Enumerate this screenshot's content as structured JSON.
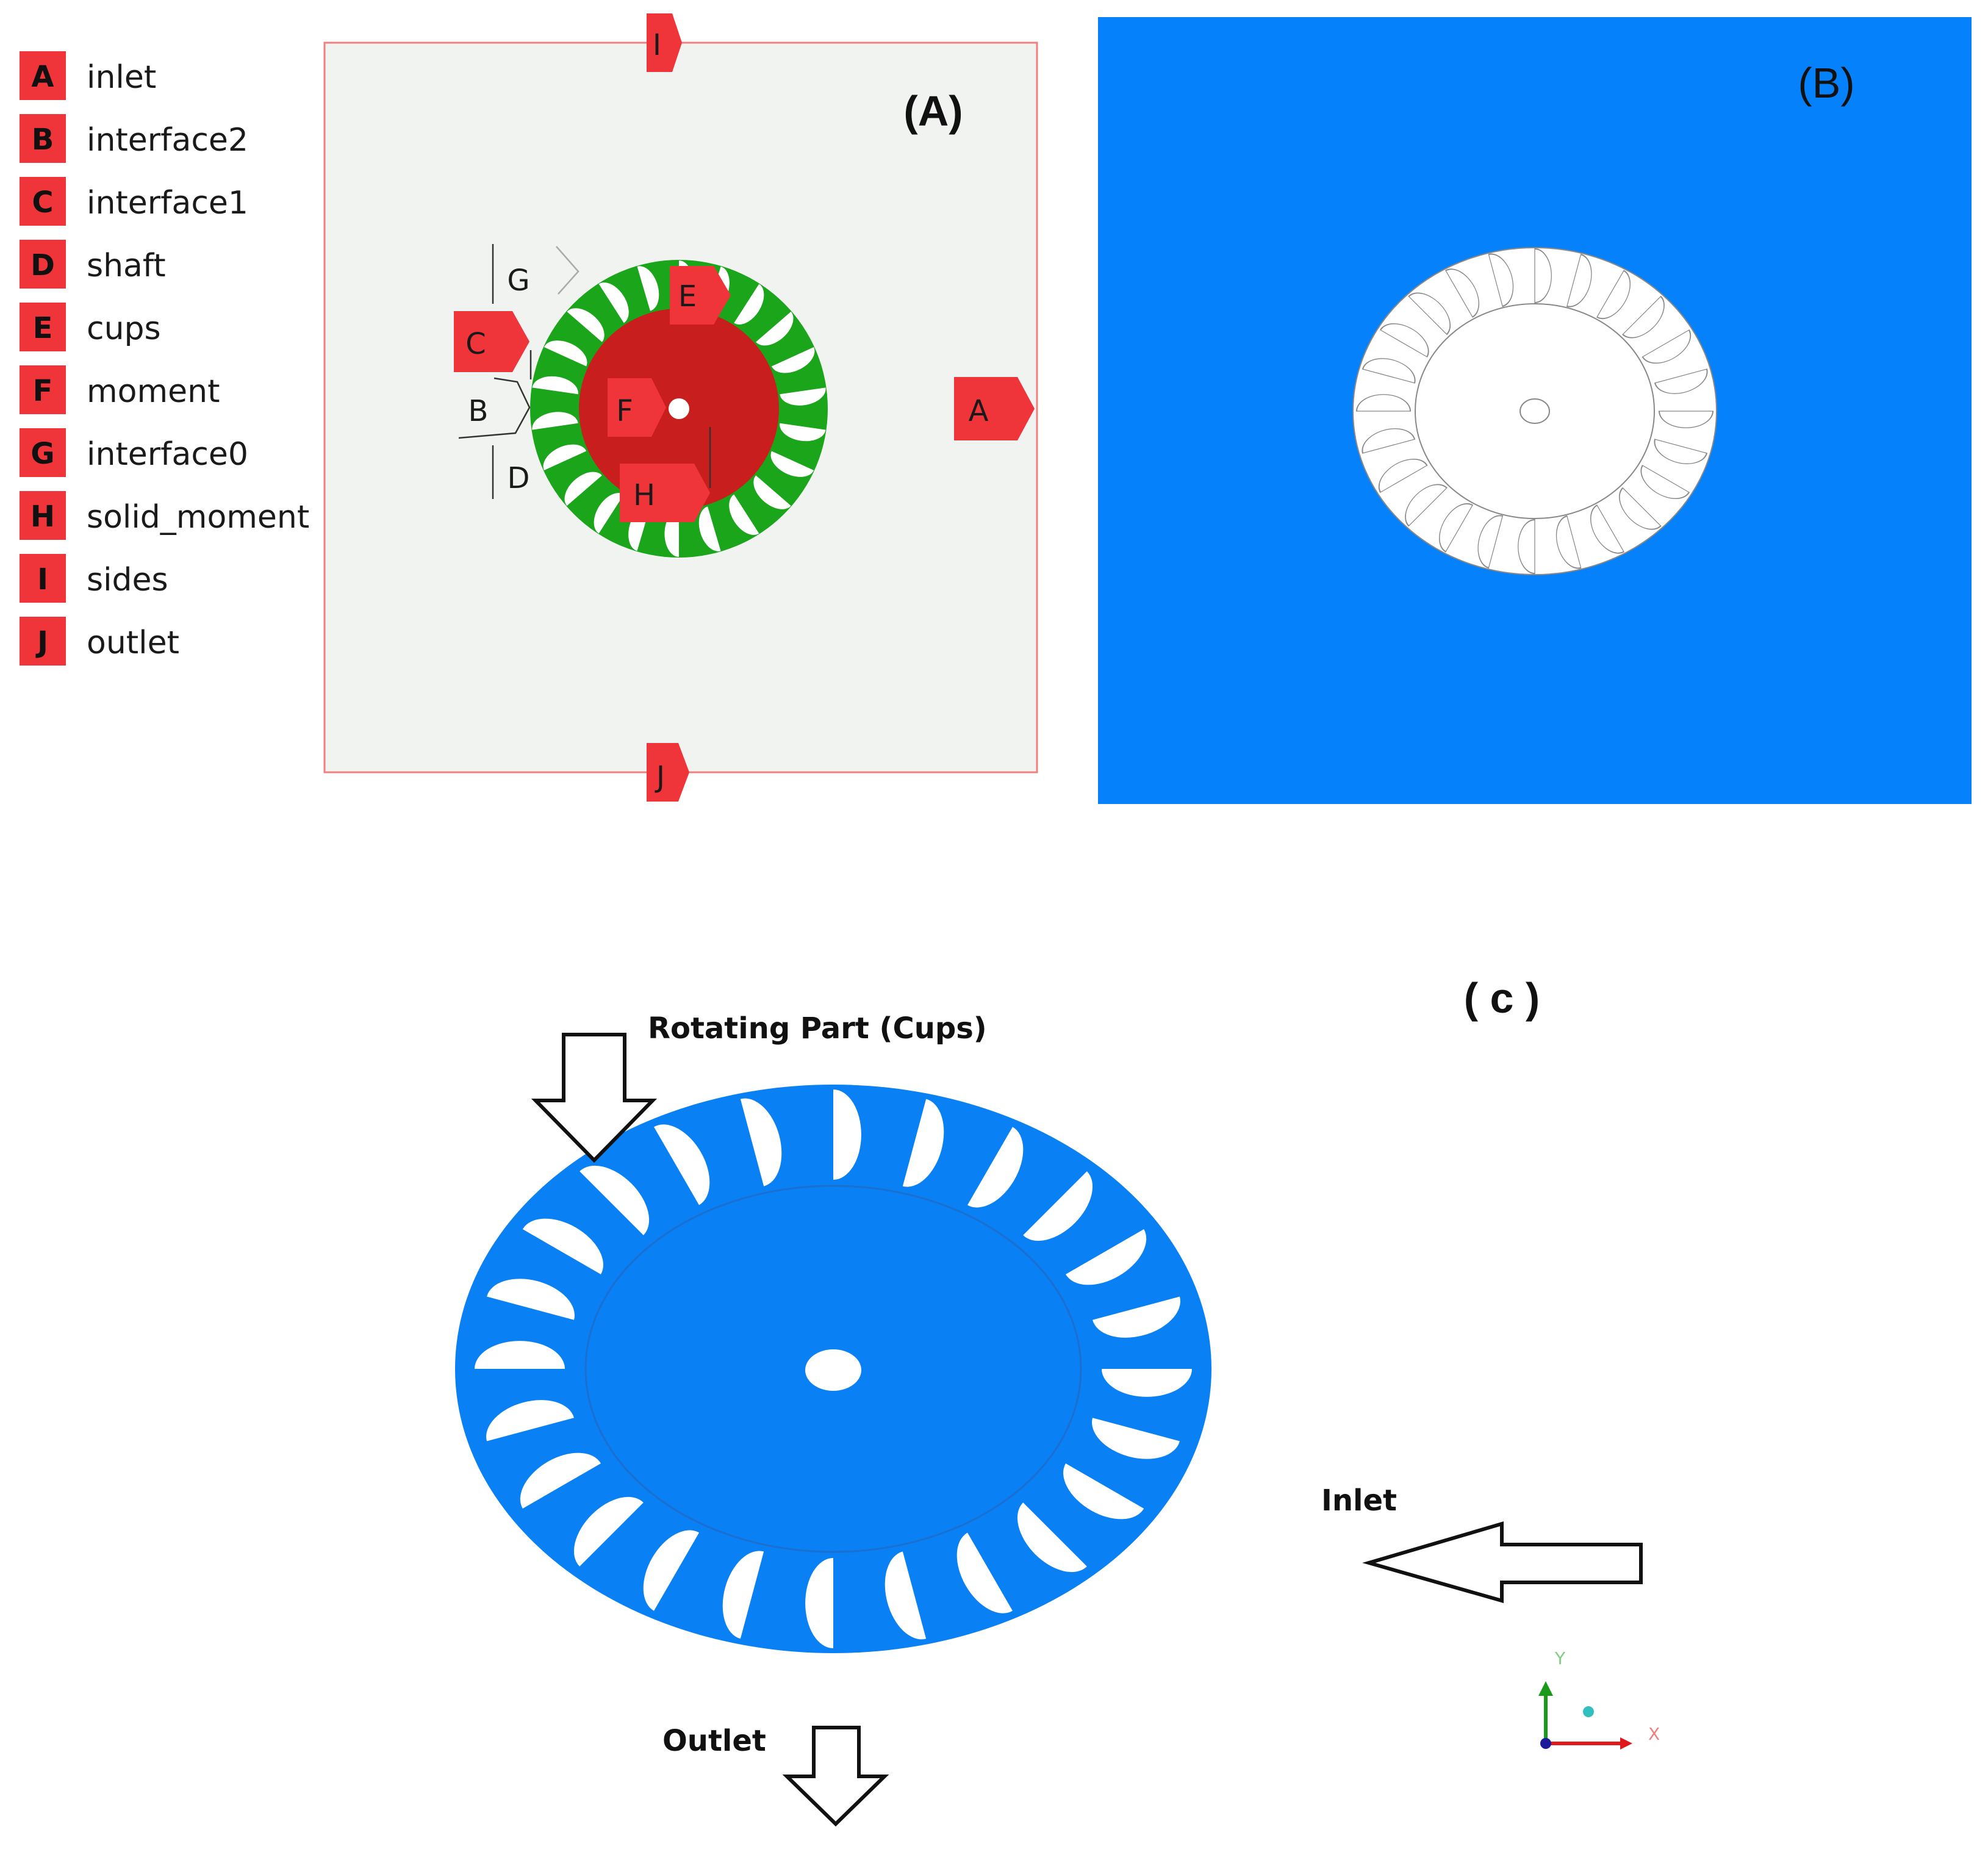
{
  "legend": [
    {
      "letter": "A",
      "label": "inlet"
    },
    {
      "letter": "B",
      "label": "interface2"
    },
    {
      "letter": "C",
      "label": "interface1"
    },
    {
      "letter": "D",
      "label": "shaft"
    },
    {
      "letter": "E",
      "label": "cups"
    },
    {
      "letter": "F",
      "label": "moment"
    },
    {
      "letter": "G",
      "label": "interface0"
    },
    {
      "letter": "H",
      "label": "solid_moment"
    },
    {
      "letter": "I",
      "label": "sides"
    },
    {
      "letter": "J",
      "label": "outlet"
    }
  ],
  "panel_a": {
    "title": "(A)",
    "tags": {
      "top": "I",
      "bottom": "J",
      "right": "A",
      "cups": "E",
      "interface1": "C",
      "moment": "F",
      "solid_moment": "H",
      "interface0": "G",
      "interface2": "B",
      "shaft": "D"
    }
  },
  "panel_b": {
    "title": "(B)"
  },
  "panel_c": {
    "title": "( c )",
    "rotating_label": "Rotating Part (Cups)",
    "inlet_label": "Inlet",
    "outlet_label": "Outlet",
    "axis_y": "Y",
    "axis_x": "X"
  },
  "colors": {
    "tag_red": "#f0353a",
    "ring_green": "#1aa51a",
    "rotor_red": "#c81e1e",
    "domain_blue": "#0582fb",
    "rotor_blue": "#0a80f5",
    "panel_a_bg": "#f1f3f1"
  }
}
